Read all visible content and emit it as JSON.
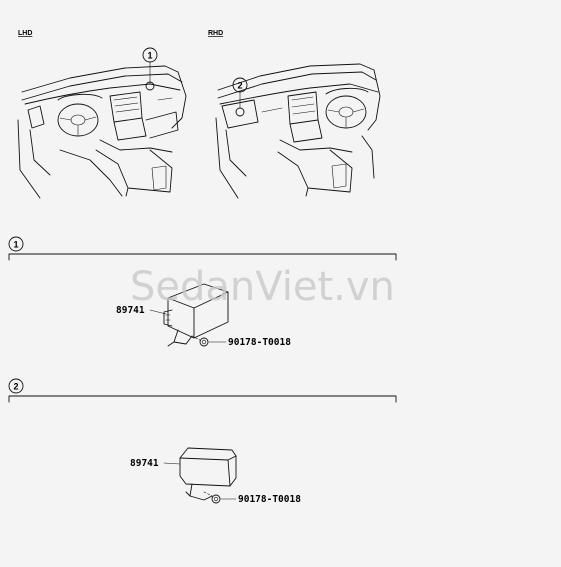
{
  "views": [
    {
      "label": "LHD",
      "callout": "1"
    },
    {
      "label": "RHD",
      "callout": "2"
    }
  ],
  "sections": [
    {
      "number": "1",
      "part_main": "89741",
      "part_screw": "90178-T0018"
    },
    {
      "number": "2",
      "part_main": "89741",
      "part_screw": "90178-T0018"
    }
  ],
  "watermark": "SedanViet.vn",
  "colors": {
    "line": "#111111",
    "background": "#f4f4f4",
    "watermark": "#c9c9c9"
  }
}
